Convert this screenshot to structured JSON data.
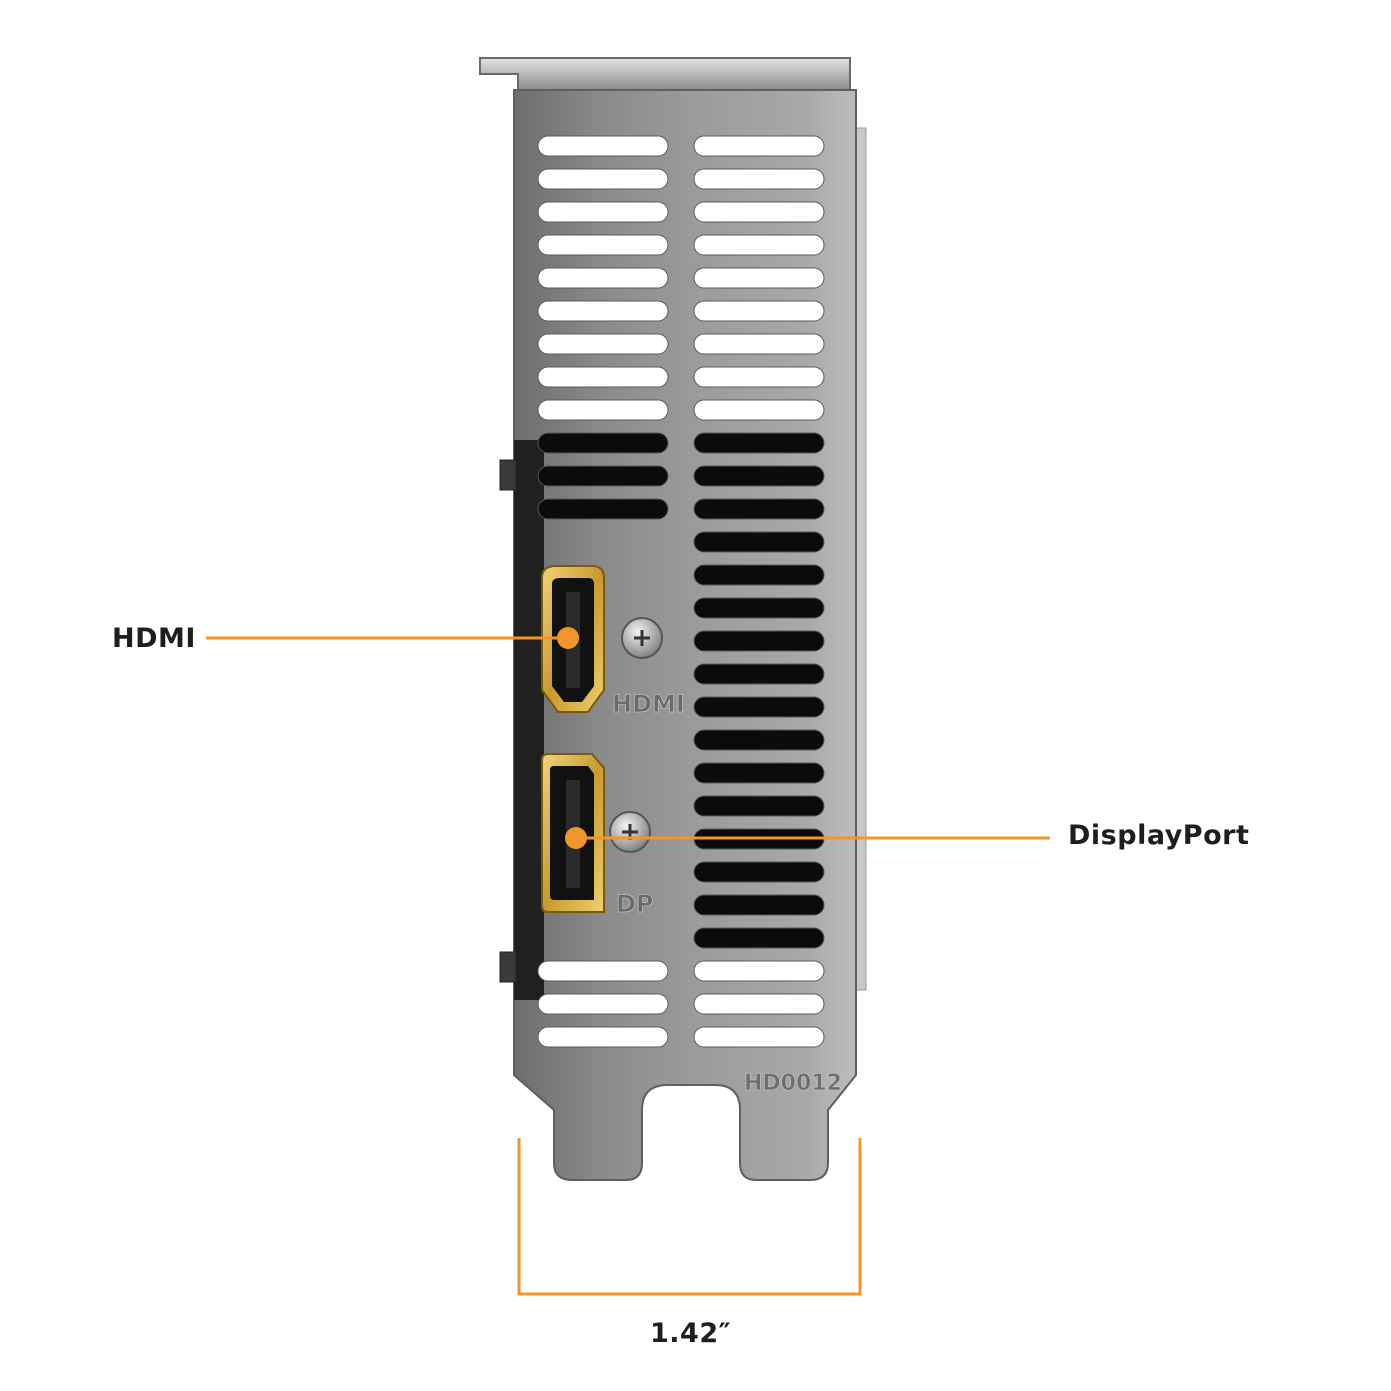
{
  "callouts": {
    "hdmi": "HDMI",
    "displayport": "DisplayPort"
  },
  "dimension": {
    "width_label": "1.42″"
  },
  "bracket_markings": {
    "hdmi_port": "HDMI",
    "dp_port": "DP",
    "part_number": "HD0012"
  },
  "colors": {
    "accent": "#F0962A",
    "bracket": "#8e8e8e",
    "connector_gold": "#d9b24a"
  },
  "icons": {
    "port_screw": "phillips-screw-icon",
    "callout_dot": "orange-dot-icon"
  }
}
